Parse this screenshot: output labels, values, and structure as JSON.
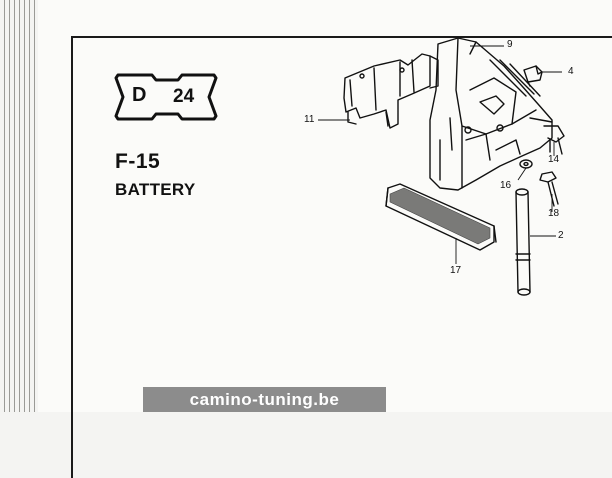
{
  "badge": {
    "letter": "D",
    "number": "24"
  },
  "section": {
    "code": "F-15",
    "title": "BATTERY"
  },
  "callouts": [
    {
      "id": "9",
      "label": "9"
    },
    {
      "id": "4",
      "label": "4"
    },
    {
      "id": "11",
      "label": "11"
    },
    {
      "id": "14",
      "label": "14"
    },
    {
      "id": "16",
      "label": "16"
    },
    {
      "id": "18",
      "label": "18"
    },
    {
      "id": "2",
      "label": "2"
    },
    {
      "id": "17",
      "label": "17"
    }
  ],
  "watermark": {
    "text": "camino-tuning.be"
  },
  "colors": {
    "ink": "#111111",
    "paper": "#fbfbf9",
    "watermark_bg": "#8c8c8c",
    "strap": "#6e6e6e"
  }
}
